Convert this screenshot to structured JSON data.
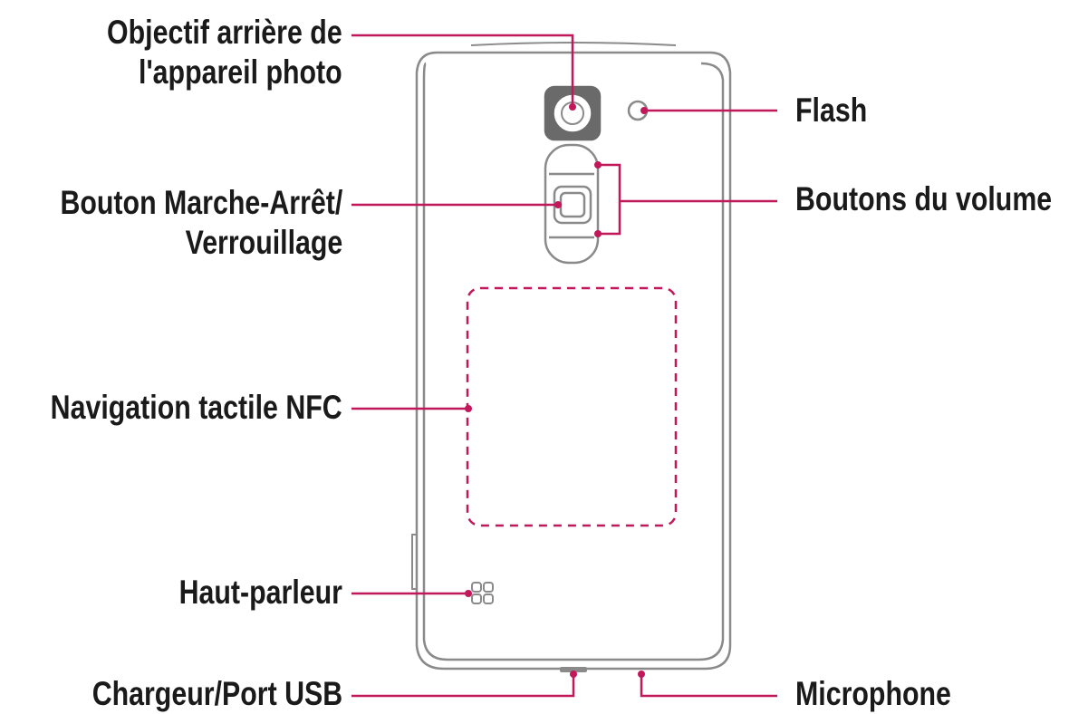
{
  "colors": {
    "leader": "#c0185a",
    "outline": "#8a8a8a",
    "text": "#1a1a1a",
    "background": "#ffffff"
  },
  "labels": {
    "rear_camera": {
      "line1": "Objectif arrière de",
      "line2": "l'appareil photo"
    },
    "flash": "Flash",
    "power_lock": {
      "line1": "Bouton Marche-Arrêt/",
      "line2": "Verrouillage"
    },
    "volume_buttons": "Boutons du volume",
    "nfc": "Navigation tactile NFC",
    "speaker": "Haut-parleur",
    "charger_usb": "Chargeur/Port USB",
    "microphone": "Microphone"
  }
}
